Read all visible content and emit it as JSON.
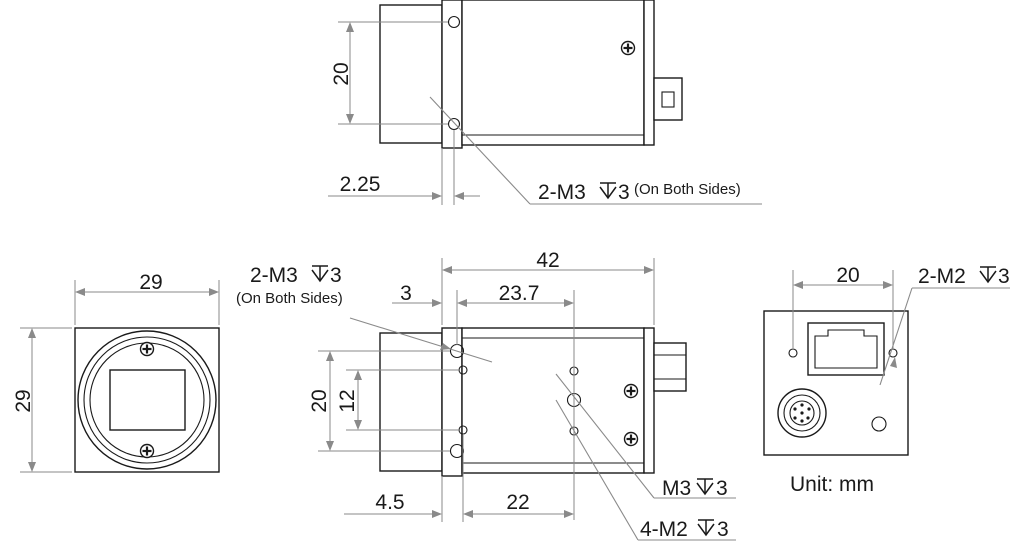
{
  "labels": {
    "top_height": "20",
    "top_offset": "2.25",
    "top_hole_note": "2-M3",
    "top_hole_depth": "3",
    "top_hole_sides": "(On Both Sides)",
    "front_width": "29",
    "front_height": "29",
    "side_hole_note": "2-M3",
    "side_hole_depth": "3",
    "side_hole_sides": "(On Both Sides)",
    "side_length": "42",
    "side_offset_3": "3",
    "side_offset_237": "23.7",
    "side_vert_20": "20",
    "side_vert_12": "12",
    "side_bottom_45": "4.5",
    "side_bottom_22": "22",
    "side_m3_note": "M3",
    "side_m3_depth": "3",
    "side_m2_note": "4-M2",
    "side_m2_depth": "3",
    "back_width": "20",
    "back_hole_note": "2-M2",
    "back_hole_depth": "3",
    "unit": "Unit: mm"
  },
  "symbols": {
    "depth": "depth-symbol"
  }
}
